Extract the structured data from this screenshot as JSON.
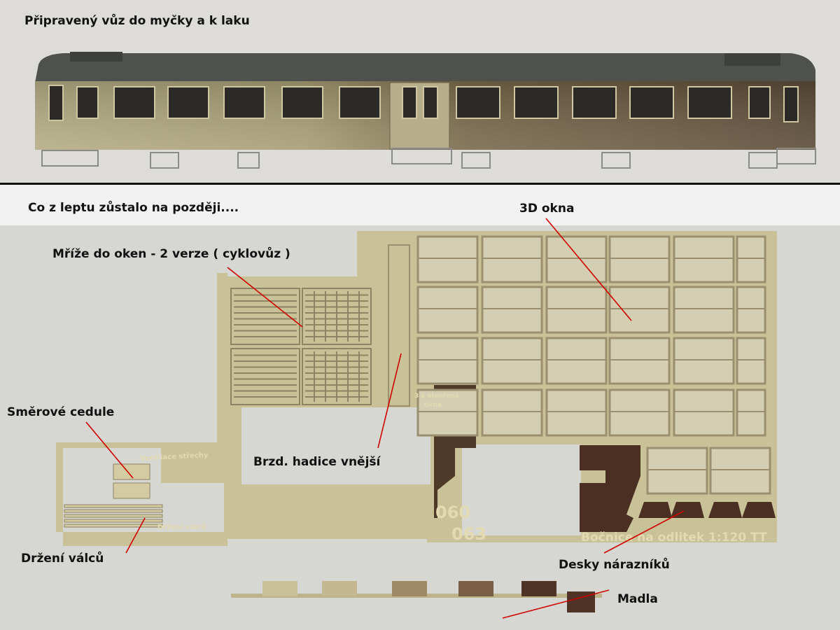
{
  "top_section": {
    "title": "Připravený vůz do myčky a k laku"
  },
  "bottom_section": {
    "title": "Co z leptu zůstalo na později...."
  },
  "annotations": {
    "windows_3d": "3D okna",
    "window_grilles": "Mříže do oken - 2 verze ( cyklovůz )",
    "destination_boards": "Směrové cedule",
    "brake_hoses": "Brzd. hadice vnější",
    "roller_holders": "Držení válců",
    "buffer_plates": "Desky nárazníků",
    "handrails": "Madla"
  },
  "etched_text": {
    "roof_ventilation": "Ventilace střechy",
    "roller_holders": "Držení válců",
    "open_windows_line1": "3 x otevřená",
    "open_windows_line2": "okna",
    "number_1": "060",
    "number_2": "063",
    "sides_caption": "Bočnice na odlitek 1:120 TT"
  },
  "colors": {
    "brass": "#c9c197",
    "pointer": "#d00000",
    "divider": "#111111"
  }
}
